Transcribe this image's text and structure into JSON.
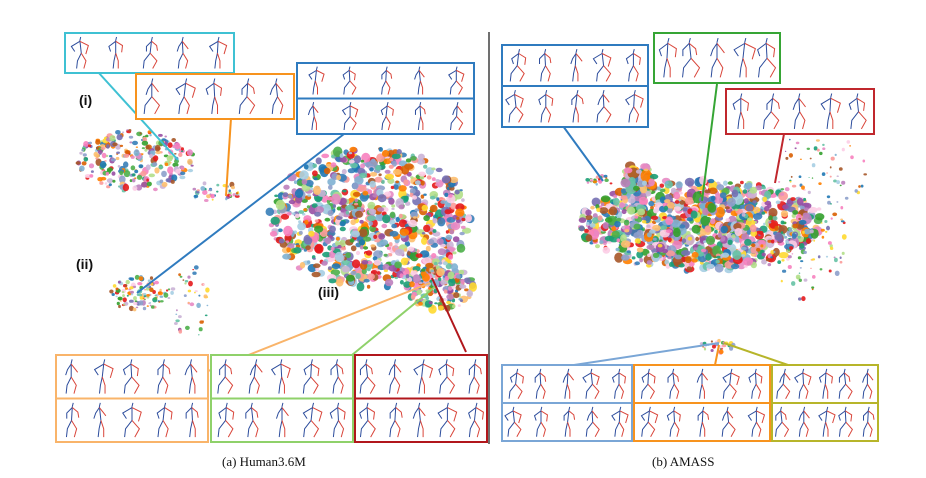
{
  "panels": [
    {
      "id": "human36m",
      "caption": "(a) Human3.6M",
      "cluster_labels": [
        "(i)",
        "(ii)",
        "(iii)"
      ]
    },
    {
      "id": "amass",
      "caption": "(b) AMASS",
      "cluster_labels": []
    }
  ],
  "colors": {
    "cyan": "#3fc1d3",
    "orange": "#f7931e",
    "blue": "#2f7bbf",
    "green": "#36a535",
    "red": "#c0272d",
    "light_orange": "#f9b46a",
    "light_green": "#8fd16a",
    "dark_red": "#b1171c",
    "light_blue": "#7aa6d6",
    "olive": "#b7b52a",
    "skeleton_blue": "#2c4c9c",
    "skeleton_red": "#d9453a",
    "divider": "#111111"
  },
  "icons": [
    "pose-skeleton-icon"
  ]
}
